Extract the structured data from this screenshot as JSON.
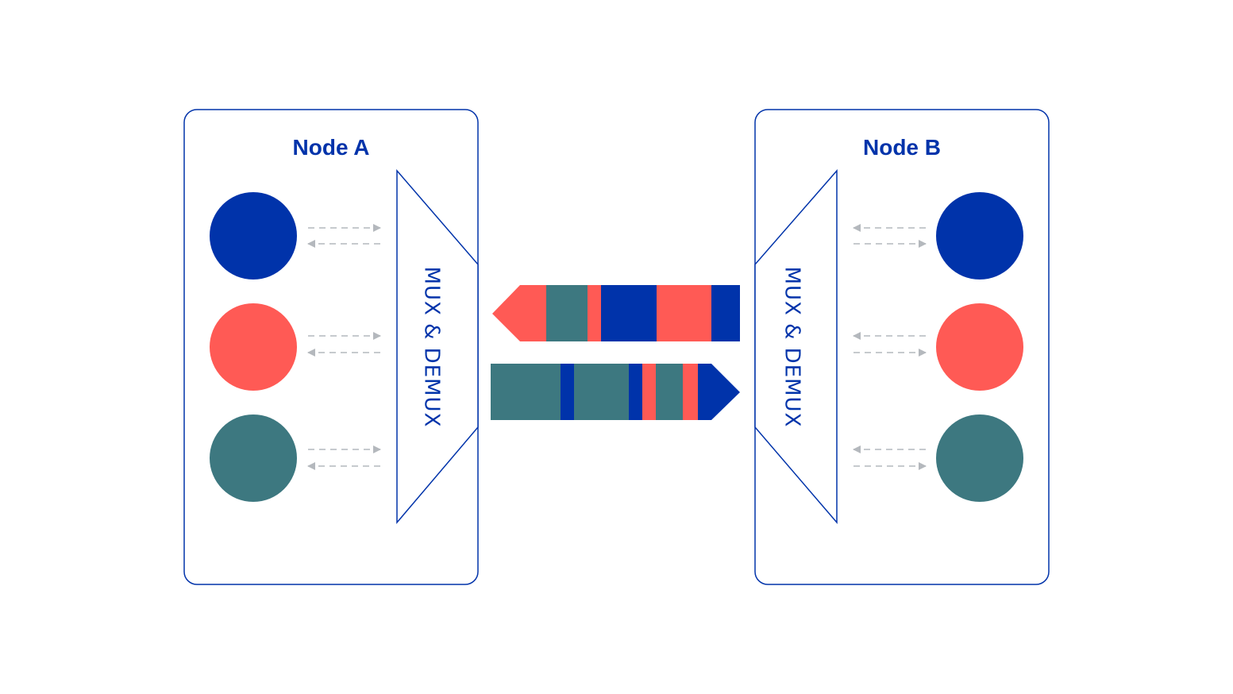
{
  "colors": {
    "accent_blue": "#0033aa",
    "coral": "#ff5a55",
    "teal": "#3d7880",
    "arrow_gray": "#b4b8bd",
    "background": "#ffffff"
  },
  "nodes": [
    {
      "title": "Node A",
      "mux_label": "MUX & DEMUX",
      "streams": [
        "blue",
        "coral",
        "teal"
      ]
    },
    {
      "title": "Node B",
      "mux_label": "MUX & DEMUX",
      "streams": [
        "blue",
        "coral",
        "teal"
      ]
    }
  ],
  "link": {
    "to_node_a": {
      "direction": "left",
      "segments": [
        "coral",
        "teal",
        "coral",
        "blue",
        "coral",
        "blue"
      ]
    },
    "to_node_b": {
      "direction": "right",
      "segments": [
        "teal",
        "blue",
        "teal",
        "blue",
        "coral",
        "teal",
        "coral",
        "blue"
      ]
    }
  },
  "icons": {
    "stream_arrow": "dashed-bidirectional-arrow-icon"
  }
}
